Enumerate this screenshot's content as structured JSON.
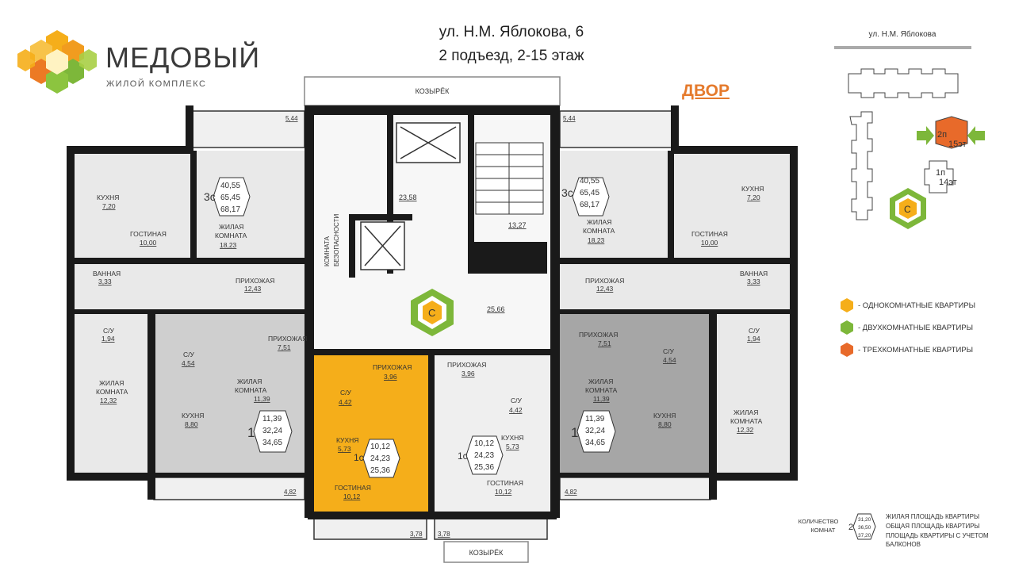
{
  "brand": {
    "name": "МЕДОВЫЙ",
    "subtitle": "ЖИЛОЙ КОМПЛЕКС"
  },
  "address": {
    "line1": "ул. Н.М. Яблокова, 6",
    "line2": "2 подъезд, 2-15 этаж"
  },
  "yard_label": "ДВОР",
  "canopy_label": "КОЗЫРЁК",
  "site_plan": {
    "street": "ул. Н.М. Яблокова",
    "entrance_2": "2п",
    "floors_2": "15эт",
    "entrance_1": "1п",
    "floors_1": "14эт"
  },
  "colors": {
    "one_room": "#F5AE1A",
    "two_room": "#7DB73A",
    "three_room": "#E86A2A",
    "gray_unit": "#A6A6A6",
    "walls": "#1a1a1a"
  },
  "legend": [
    {
      "label": "- ОДНОКОМНАТНЫЕ КВАРТИРЫ",
      "color": "#F5AE1A"
    },
    {
      "label": "- ДВУХКОМНАТНЫЕ КВАРТИРЫ",
      "color": "#7DB73A"
    },
    {
      "label": "- ТРЕХКОМНАТНЫЕ КВАРТИРЫ",
      "color": "#E86A2A"
    }
  ],
  "key": {
    "rooms_label": "КОЛИЧЕСТВО КОМНАТ",
    "rooms_label_l1": "КОЛИЧЕСТВО",
    "rooms_label_l2": "КОМНАТ",
    "sample_rooms": "2",
    "sample_values": [
      "31,20",
      "36,50",
      "37,20"
    ],
    "living": "ЖИЛАЯ ПЛОЩАДЬ КВАРТИРЫ",
    "total": "ОБЩАЯ ПЛОЩАДЬ КВАРТИРЫ",
    "balcony_l1": "ПЛОЩАДЬ КВАРТИРЫ С УЧЕТОМ",
    "balcony_l2": "БАЛКОНОВ"
  },
  "common": {
    "hall_top": "23,58",
    "stair_area": "13,27",
    "corridor": "25,66",
    "safety_room_l1": "КОМНАТА",
    "safety_room_l2": "БЕЗОПАСНОСТИ"
  },
  "balconies": {
    "top_left": "5,44",
    "top_right": "5,44",
    "bottom_left": "4,82",
    "bottom_right": "4,82",
    "center_left": "3,78",
    "center_right": "3,78"
  },
  "apt_3c_left": {
    "badge": "3с",
    "values": [
      "40,55",
      "65,45",
      "68,17"
    ],
    "kitchen": "КУХНЯ",
    "kitchen_area": "7,20",
    "living": "ГОСТИНАЯ",
    "living_area": "10,00",
    "room": "ЖИЛАЯ",
    "room2": "КОМНАТА",
    "room_area": "18,23",
    "bath": "ВАННАЯ",
    "bath_area": "3,33",
    "hall": "ПРИХОЖАЯ",
    "hall_area": "12,43",
    "wc": "С/У",
    "wc_area": "1,94",
    "room_b": "ЖИЛАЯ",
    "room_b2": "КОМНАТА",
    "room_b_area": "12,32"
  },
  "apt_3c_right": {
    "badge": "3с",
    "values": [
      "40,55",
      "65,45",
      "68,17"
    ],
    "kitchen": "КУХНЯ",
    "kitchen_area": "7,20",
    "living": "ГОСТИНАЯ",
    "living_area": "10,00",
    "room": "ЖИЛАЯ",
    "room2": "КОМНАТА",
    "room_area": "18,23",
    "bath": "ВАННАЯ",
    "bath_area": "3,33",
    "hall": "ПРИХОЖАЯ",
    "hall_area": "12,43",
    "wc": "С/У",
    "wc_area": "1,94",
    "room_b": "ЖИЛАЯ",
    "room_b2": "КОМНАТА",
    "room_b_area": "12,32"
  },
  "apt_1_left": {
    "badge": "1",
    "values": [
      "11,39",
      "32,24",
      "34,65"
    ],
    "hall": "ПРИХОЖАЯ",
    "hall_area": "7,51",
    "wc": "С/У",
    "wc_area": "4,54",
    "room": "ЖИЛАЯ",
    "room2": "КОМНАТА",
    "room_area": "11,39",
    "kitchen": "КУХНЯ",
    "kitchen_area": "8,80"
  },
  "apt_1_right": {
    "badge": "1",
    "values": [
      "11,39",
      "32,24",
      "34,65"
    ],
    "hall": "ПРИХОЖАЯ",
    "hall_area": "7,51",
    "wc": "С/У",
    "wc_area": "4,54",
    "room": "ЖИЛАЯ",
    "room2": "КОМНАТА",
    "room_area": "11,39",
    "kitchen": "КУХНЯ",
    "kitchen_area": "8,80"
  },
  "apt_1c_left": {
    "badge": "1с",
    "values": [
      "10,12",
      "24,23",
      "25,36"
    ],
    "hall": "ПРИХОЖАЯ",
    "hall_area": "3,96",
    "wc": "С/У",
    "wc_area": "4,42",
    "kitchen": "КУХНЯ",
    "kitchen_area": "5,73",
    "living": "ГОСТИНАЯ",
    "living_area": "10,12"
  },
  "apt_1c_right": {
    "badge": "1с",
    "values": [
      "10,12",
      "24,23",
      "25,36"
    ],
    "hall": "ПРИХОЖАЯ",
    "hall_area": "3,96",
    "wc": "С/У",
    "wc_area": "4,42",
    "kitchen": "КУХНЯ",
    "kitchen_area": "5,73",
    "living": "ГОСТИНАЯ",
    "living_area": "10,12"
  }
}
